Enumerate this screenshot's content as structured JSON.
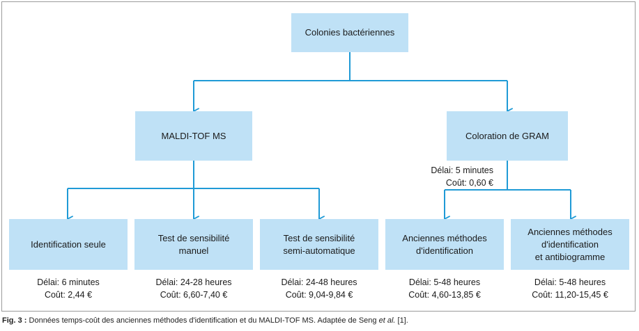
{
  "nodes": {
    "root": "Colonies bactériennes",
    "maldi": "MALDI-TOF MS",
    "gram": "Coloration de GRAM",
    "id_seule": "Identification seule",
    "test_manuel": [
      "Test de sensibilité",
      "manuel"
    ],
    "test_semi": [
      "Test de sensibilité",
      "semi-automatique"
    ],
    "anc_id": [
      "Anciennes méthodes",
      "d'identification"
    ],
    "anc_id_abg": [
      "Anciennes méthodes",
      "d'identification",
      "et antibiogramme"
    ]
  },
  "gram_stat": {
    "delai": "Délai: 5 minutes",
    "cout": "Coût: 0,60 €"
  },
  "stats": [
    {
      "delai": "Délai: 6 minutes",
      "cout": "Coût: 2,44 €"
    },
    {
      "delai": "Délai: 24-28 heures",
      "cout": "Coût: 6,60-7,40 €"
    },
    {
      "delai": "Délai: 24-48 heures",
      "cout": "Coût: 9,04-9,84 €"
    },
    {
      "delai": "Délai: 5-48 heures",
      "cout": "Coût: 4,60-13,85 €"
    },
    {
      "delai": "Délai: 5-48 heures",
      "cout": "Coût: 11,20-15,45 €"
    }
  ],
  "caption": {
    "label": "Fig. 3 :",
    "text": " Données temps-coût des anciennes méthodes d'identification et du MALDI-TOF MS. Adaptée de Seng ",
    "etal": "et al.",
    "ref": " [1]."
  },
  "colors": {
    "box": "#bfe1f6",
    "connector": "#1f9ad6",
    "border": "#9a9a9a"
  }
}
